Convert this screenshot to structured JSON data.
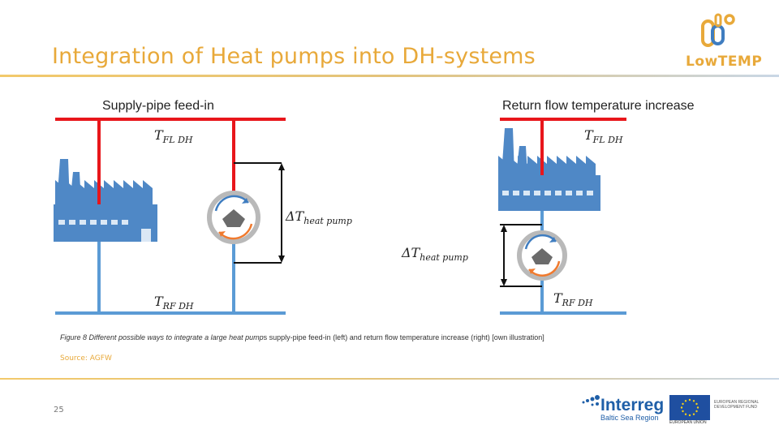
{
  "slide": {
    "title": "Integration of Heat pumps into DH-systems",
    "page_number": "25"
  },
  "logo": {
    "brand_text": "LowTEMP"
  },
  "diagram_left": {
    "heading": "Supply-pipe feed-in",
    "tfl_base": "T",
    "tfl_sub": "FL DH",
    "trf_base": "T",
    "trf_sub": "RF DH",
    "delta_base": "ΔT",
    "delta_sub": "heat pump"
  },
  "diagram_right": {
    "heading": "Return flow temperature increase",
    "tfl_base": "T",
    "tfl_sub": "FL DH",
    "trf_base": "T",
    "trf_sub": "RF DH",
    "delta_base": "ΔT",
    "delta_sub": "heat pump"
  },
  "caption": {
    "prefix": "Figure 8 Different possible ways to integrate a large heat pump",
    "suffix": "s supply-pipe feed-in (left) and return flow temperature increase (right) [own illustration]"
  },
  "source": "Source: AGFW",
  "footer": {
    "interreg": "Interreg",
    "interreg_sub": "Baltic Sea Region",
    "eu_fund": "EUROPEAN REGIONAL DEVELOPMENT FUND",
    "eu_union": "EUROPEAN UNION"
  },
  "colors": {
    "accent": "#e8a93a",
    "supply_pipe": "#e8161b",
    "return_pipe": "#5b9bd5",
    "factory": "#4f88c6"
  }
}
